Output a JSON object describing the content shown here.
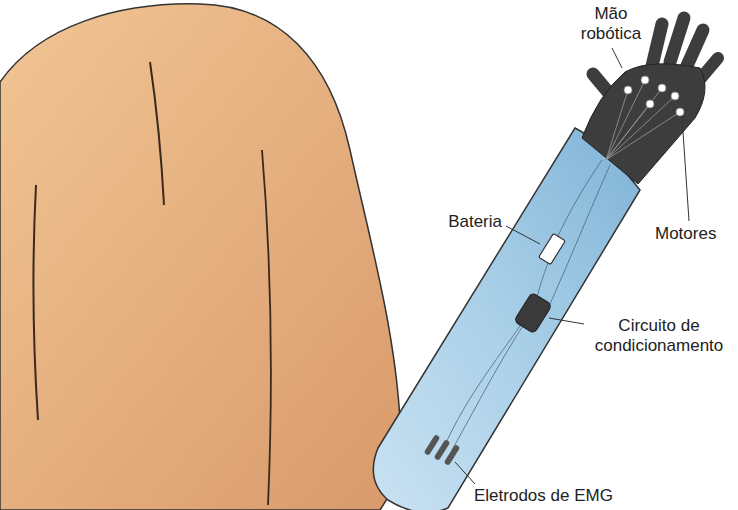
{
  "diagram": {
    "labels": [
      "Mão robótica",
      "Bateria",
      "Motores",
      "Circuito de condicionamento",
      "Eletrodos de EMG"
    ]
  }
}
